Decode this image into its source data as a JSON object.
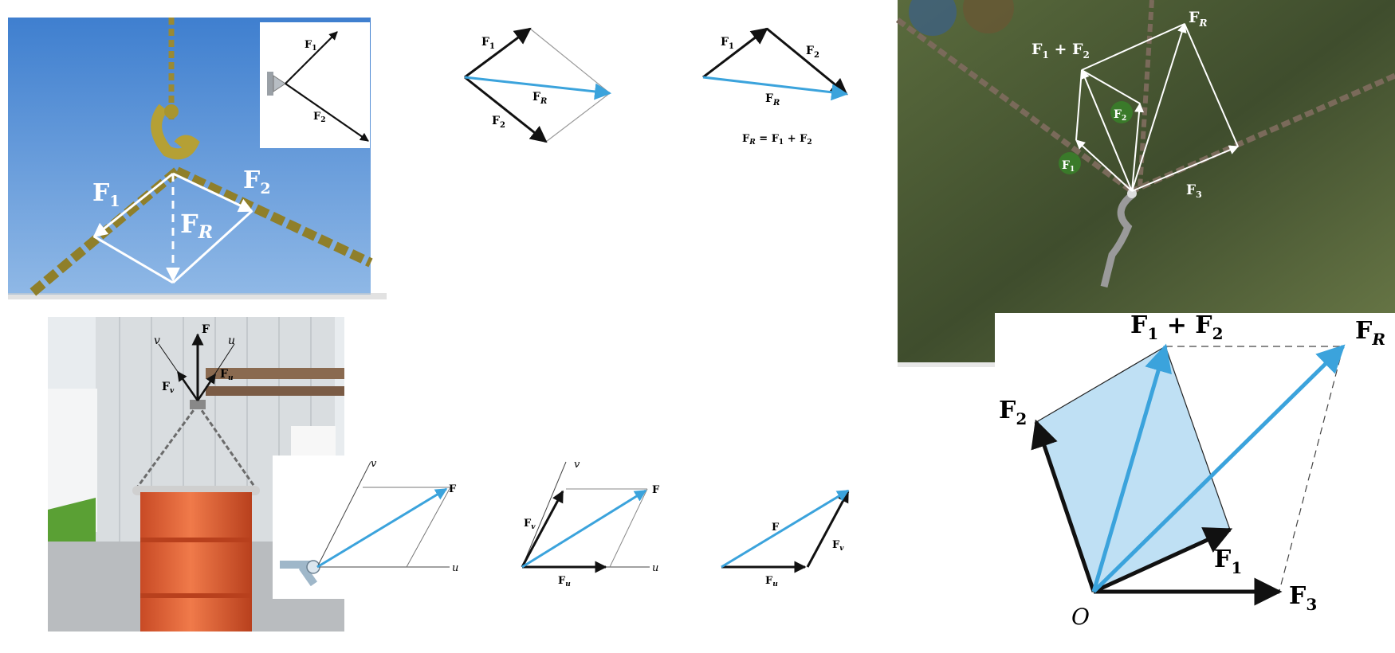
{
  "labels": {
    "f1": "F",
    "f2": "F",
    "f3": "F",
    "fr": "F",
    "f": "F",
    "fu": "F",
    "fv": "F",
    "sub1": "1",
    "sub2": "2",
    "sub3": "3",
    "subR": "R",
    "subu": "u",
    "subv": "v",
    "plus": "+",
    "equals": "=",
    "axis_u": "u",
    "axis_v": "v",
    "origin": "O"
  },
  "colors": {
    "sky": "#5b95d6",
    "chain": "#8a7a2a",
    "blue_vector": "#3ba3dc",
    "black_vector": "#111111",
    "grass": "#4f5c3a",
    "parallelogram_fill": "#bfe0f4",
    "barrel": "#e8663c"
  },
  "icons": [
    "chain-hook-photo",
    "barrel-hoist-photo",
    "grass-chain-photo",
    "wall-bracket-icon",
    "pin-support-icon"
  ]
}
